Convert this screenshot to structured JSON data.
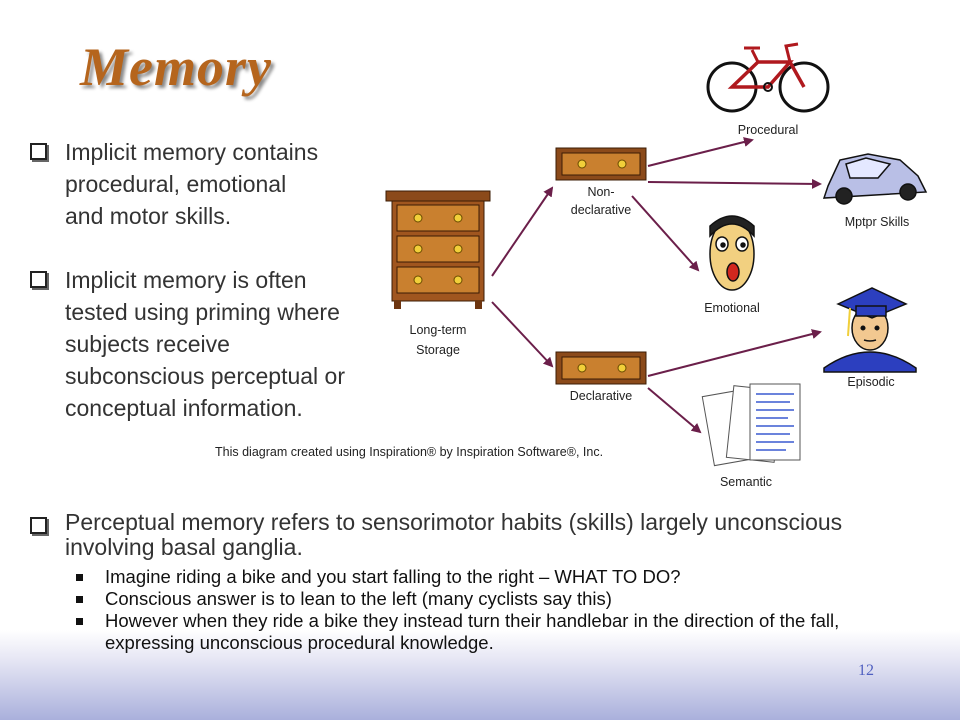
{
  "slide": {
    "title": "Memory",
    "page_number": "12",
    "bullets": [
      {
        "text": "Implicit memory contains procedural, emotional and motor skills."
      },
      {
        "text": "Implicit memory is often tested using priming where subjects receive subconscious perceptual or conceptual information."
      },
      {
        "text": "Perceptual memory refers to sensorimotor habits (skills) largely unconscious involving basal ganglia."
      }
    ],
    "sub_bullets": [
      {
        "text": "Imagine riding a bike and you start falling to the right – WHAT TO DO?"
      },
      {
        "text": "Conscious answer is to lean to the left (many cyclists say this)"
      },
      {
        "text": "However when they ride a bike they instead turn their handlebar in the direction of the fall, expressing unconscious procedural knowledge."
      }
    ]
  },
  "diagram": {
    "long_term_line1": "Long-term",
    "long_term_line2": "Storage",
    "nondeclarative_line1": "Non-",
    "nondeclarative_line2": "declarative",
    "declarative": "Declarative",
    "procedural": "Procedural",
    "motor_skills": "Mptpr Skills",
    "emotional": "Emotional",
    "episodic": "Episodic",
    "semantic": "Semantic",
    "credit": "This diagram created using Inspiration® by Inspiration Software®, Inc."
  },
  "colors": {
    "title": "#b5651d",
    "arrow": "#6b1f4a",
    "drawer": "#8b4a1a",
    "page_number": "#5060c0"
  }
}
